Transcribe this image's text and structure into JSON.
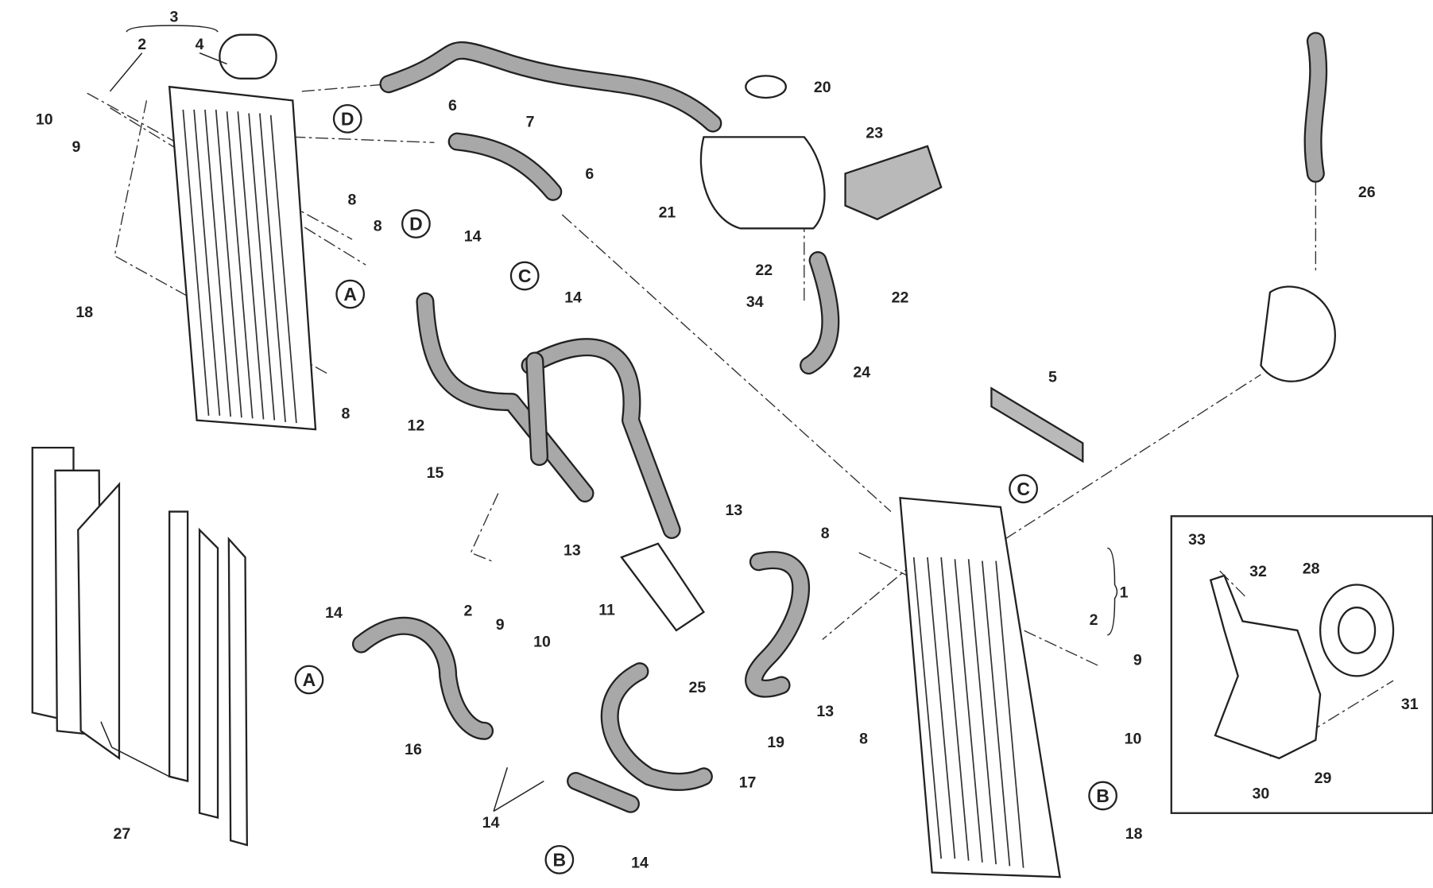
{
  "diagram": {
    "labels": [
      "3",
      "2",
      "4",
      "10",
      "9",
      "8",
      "8",
      "18",
      "8",
      "6",
      "7",
      "6",
      "20",
      "23",
      "21",
      "22",
      "22",
      "34",
      "24",
      "26",
      "14",
      "14",
      "12",
      "15",
      "5",
      "13",
      "13",
      "8",
      "1",
      "2",
      "9",
      "10",
      "11",
      "14",
      "16",
      "25",
      "19",
      "13",
      "2",
      "9",
      "10",
      "8",
      "17",
      "14",
      "14",
      "27",
      "18",
      "33",
      "32",
      "28",
      "31",
      "29",
      "30"
    ],
    "references": [
      "D",
      "A",
      "D",
      "C",
      "C",
      "A",
      "B",
      "B"
    ],
    "colors": {
      "line": "#222222",
      "hose_fill": "#a8a8a8",
      "background": "#ffffff"
    }
  }
}
